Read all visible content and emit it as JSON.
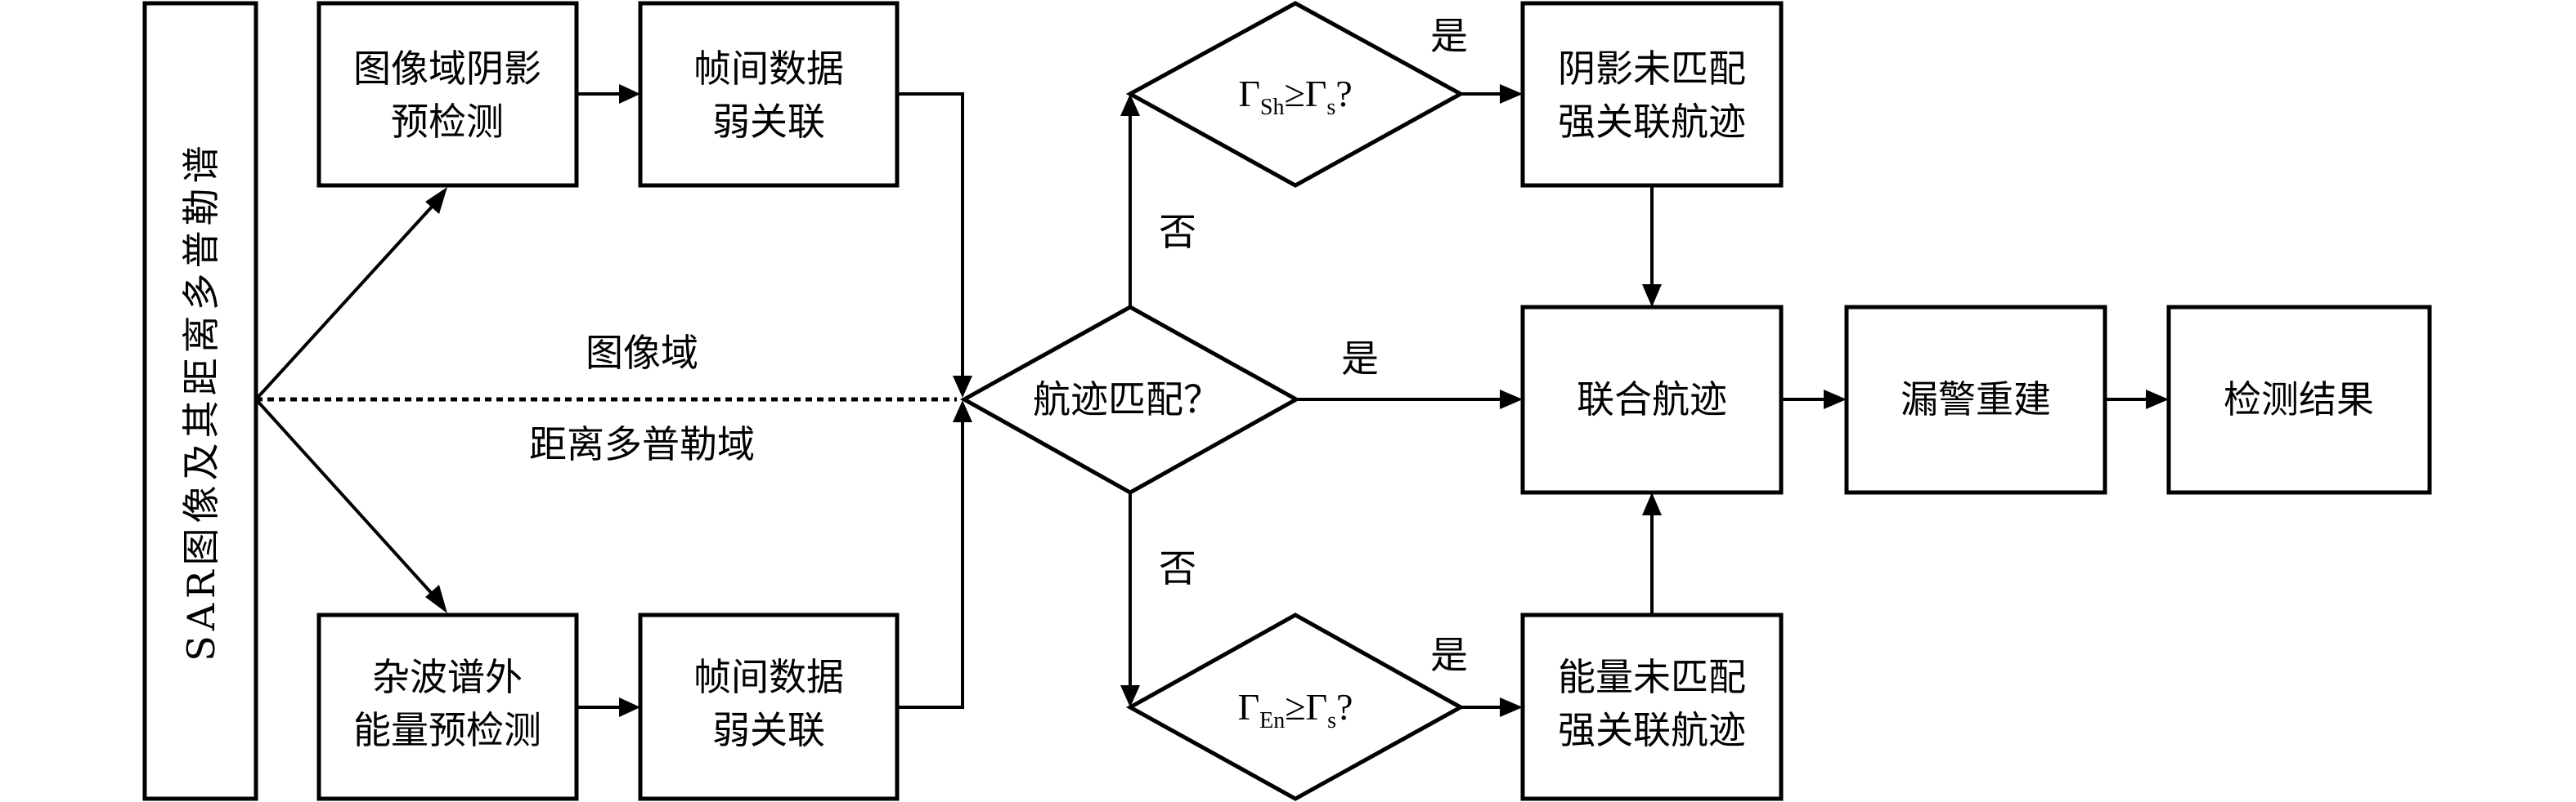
{
  "source_box": {
    "label": "SAR图像及其距离多普勒谱"
  },
  "branches": {
    "image_domain": {
      "domain_label": "图像域",
      "predetect": {
        "lines": [
          "图像域阴影",
          "预检测"
        ]
      },
      "associate": {
        "lines": [
          "帧间数据",
          "弱关联"
        ]
      }
    },
    "rd_domain": {
      "domain_label": "距离多普勒域",
      "predetect": {
        "lines": [
          "杂波谱外",
          "能量预检测"
        ]
      },
      "associate": {
        "lines": [
          "帧间数据",
          "弱关联"
        ]
      }
    }
  },
  "decisions": {
    "track_match": {
      "label": "航迹匹配？"
    },
    "shadow_threshold": {
      "gamma": "Γ",
      "sub": "Sh",
      "op": "≥",
      "gamma2": "Γ",
      "sub2": "s",
      "q": "?"
    },
    "energy_threshold": {
      "gamma": "Γ",
      "sub": "En",
      "op": "≥",
      "gamma2": "Γ",
      "sub2": "s",
      "q": "?"
    }
  },
  "edge_labels": {
    "no_up": "否",
    "no_down": "否",
    "yes_center": "是",
    "yes_top": "是",
    "yes_bottom": "是"
  },
  "results": {
    "shadow_unmatched": {
      "lines": [
        "阴影未匹配",
        "强关联航迹"
      ]
    },
    "energy_unmatched": {
      "lines": [
        "能量未匹配",
        "强关联航迹"
      ]
    },
    "joint_track": {
      "label": "联合航迹"
    },
    "miss_rebuild": {
      "label": "漏警重建"
    },
    "detection_result": {
      "label": "检测结果"
    }
  }
}
